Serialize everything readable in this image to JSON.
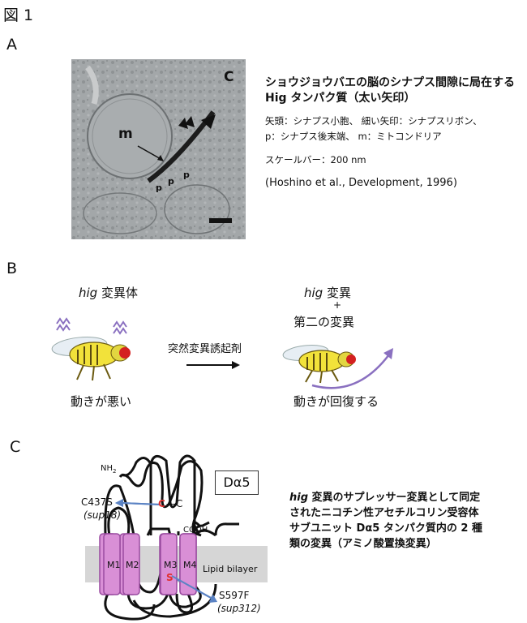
{
  "figure_title": "図 1",
  "panel_a": {
    "label": "A",
    "photo_labels": {
      "panel_letter": "C",
      "mitochondrion": "m",
      "postsynaptic": "p"
    },
    "caption_title_line1": "ショウジョウバエの脳のシナプス間隙に局在する",
    "caption_title_line2": "Hig タンパク質（太い矢印）",
    "caption_line1": "矢頭：シナプス小胞、 細い矢印：シナプスリボン、",
    "caption_line2": "p：シナプス後末端、 m：ミトコンドリア",
    "scale_bar": "スケールバー：200 nm",
    "citation": "(Hoshino et al., Development, 1996)"
  },
  "panel_b": {
    "label": "B",
    "left_title_italic": "hig",
    "left_title_rest": " 変異体",
    "left_caption": "動きが悪い",
    "arrow_label": "突然変異誘起剤",
    "right_title_italic": "hig",
    "right_title_rest": " 変異",
    "right_plus": "+",
    "right_title_line2": "第二の変異",
    "right_caption": "動きが回復する"
  },
  "panel_c": {
    "label": "C",
    "protein_name": "Dα5",
    "n_terminus": "NH",
    "n_terminus_sub": "2",
    "c_terminus": "COOH",
    "cys_label": "C",
    "cys_bond": "—C",
    "mutation1": "C437S",
    "mutation1_allele": "(sup18)",
    "mutation2": "S597F",
    "mutation2_allele": "(sup312)",
    "ser_label": "S",
    "membrane_label": "Lipid bilayer",
    "segments": [
      "M1",
      "M2",
      "M3",
      "M4"
    ],
    "desc_italic": "hig",
    "desc_line1_rest": " 変異のサプレッサー変異として同定",
    "desc_line2": "されたニコチン性アセチルコリン受容体",
    "desc_line3": "サブユニット Dα5 タンパク質内の 2 種",
    "desc_line4": "類の変異（アミノ酸置換変異）"
  },
  "colors": {
    "segment_fill": "#d98fd6",
    "segment_stroke": "#9a4ca0",
    "membrane": "#d6d6d6",
    "arrow_blue": "#5b83c4",
    "mutation_red": "#e03030",
    "motion_purple": "#8a70c0"
  }
}
